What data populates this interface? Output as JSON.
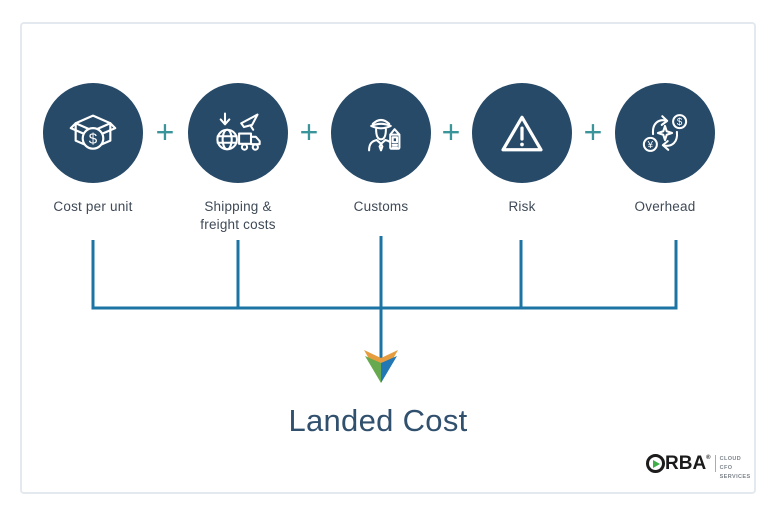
{
  "diagram": {
    "operator": "+",
    "items": [
      {
        "label": "Cost per unit",
        "icon": "box-with-dollar-coin-icon"
      },
      {
        "label": "Shipping & freight costs",
        "icon": "globe-plane-truck-icon"
      },
      {
        "label": "Customs",
        "icon": "customs-officer-icon"
      },
      {
        "label": "Risk",
        "icon": "warning-triangle-icon"
      },
      {
        "label": "Overhead",
        "icon": "currency-exchange-icon"
      }
    ],
    "result_label": "Landed Cost"
  },
  "branding": {
    "name": "ORBA",
    "name_rest": "RBA",
    "registered_mark": "®",
    "tagline": [
      "CLOUD",
      "CFO",
      "SERVICES"
    ]
  },
  "colors": {
    "circle_navy": "#274a68",
    "connector_blue": "#1b74a4",
    "plus_teal": "#39959a",
    "label_text": "#3f4a57",
    "result_text": "#31506e",
    "card_border": "#e4e9f0",
    "arrow_green": "#67a94e",
    "arrow_blue": "#2277b5",
    "arrow_orange": "#e69d3f",
    "logo_green": "#3fae49"
  }
}
